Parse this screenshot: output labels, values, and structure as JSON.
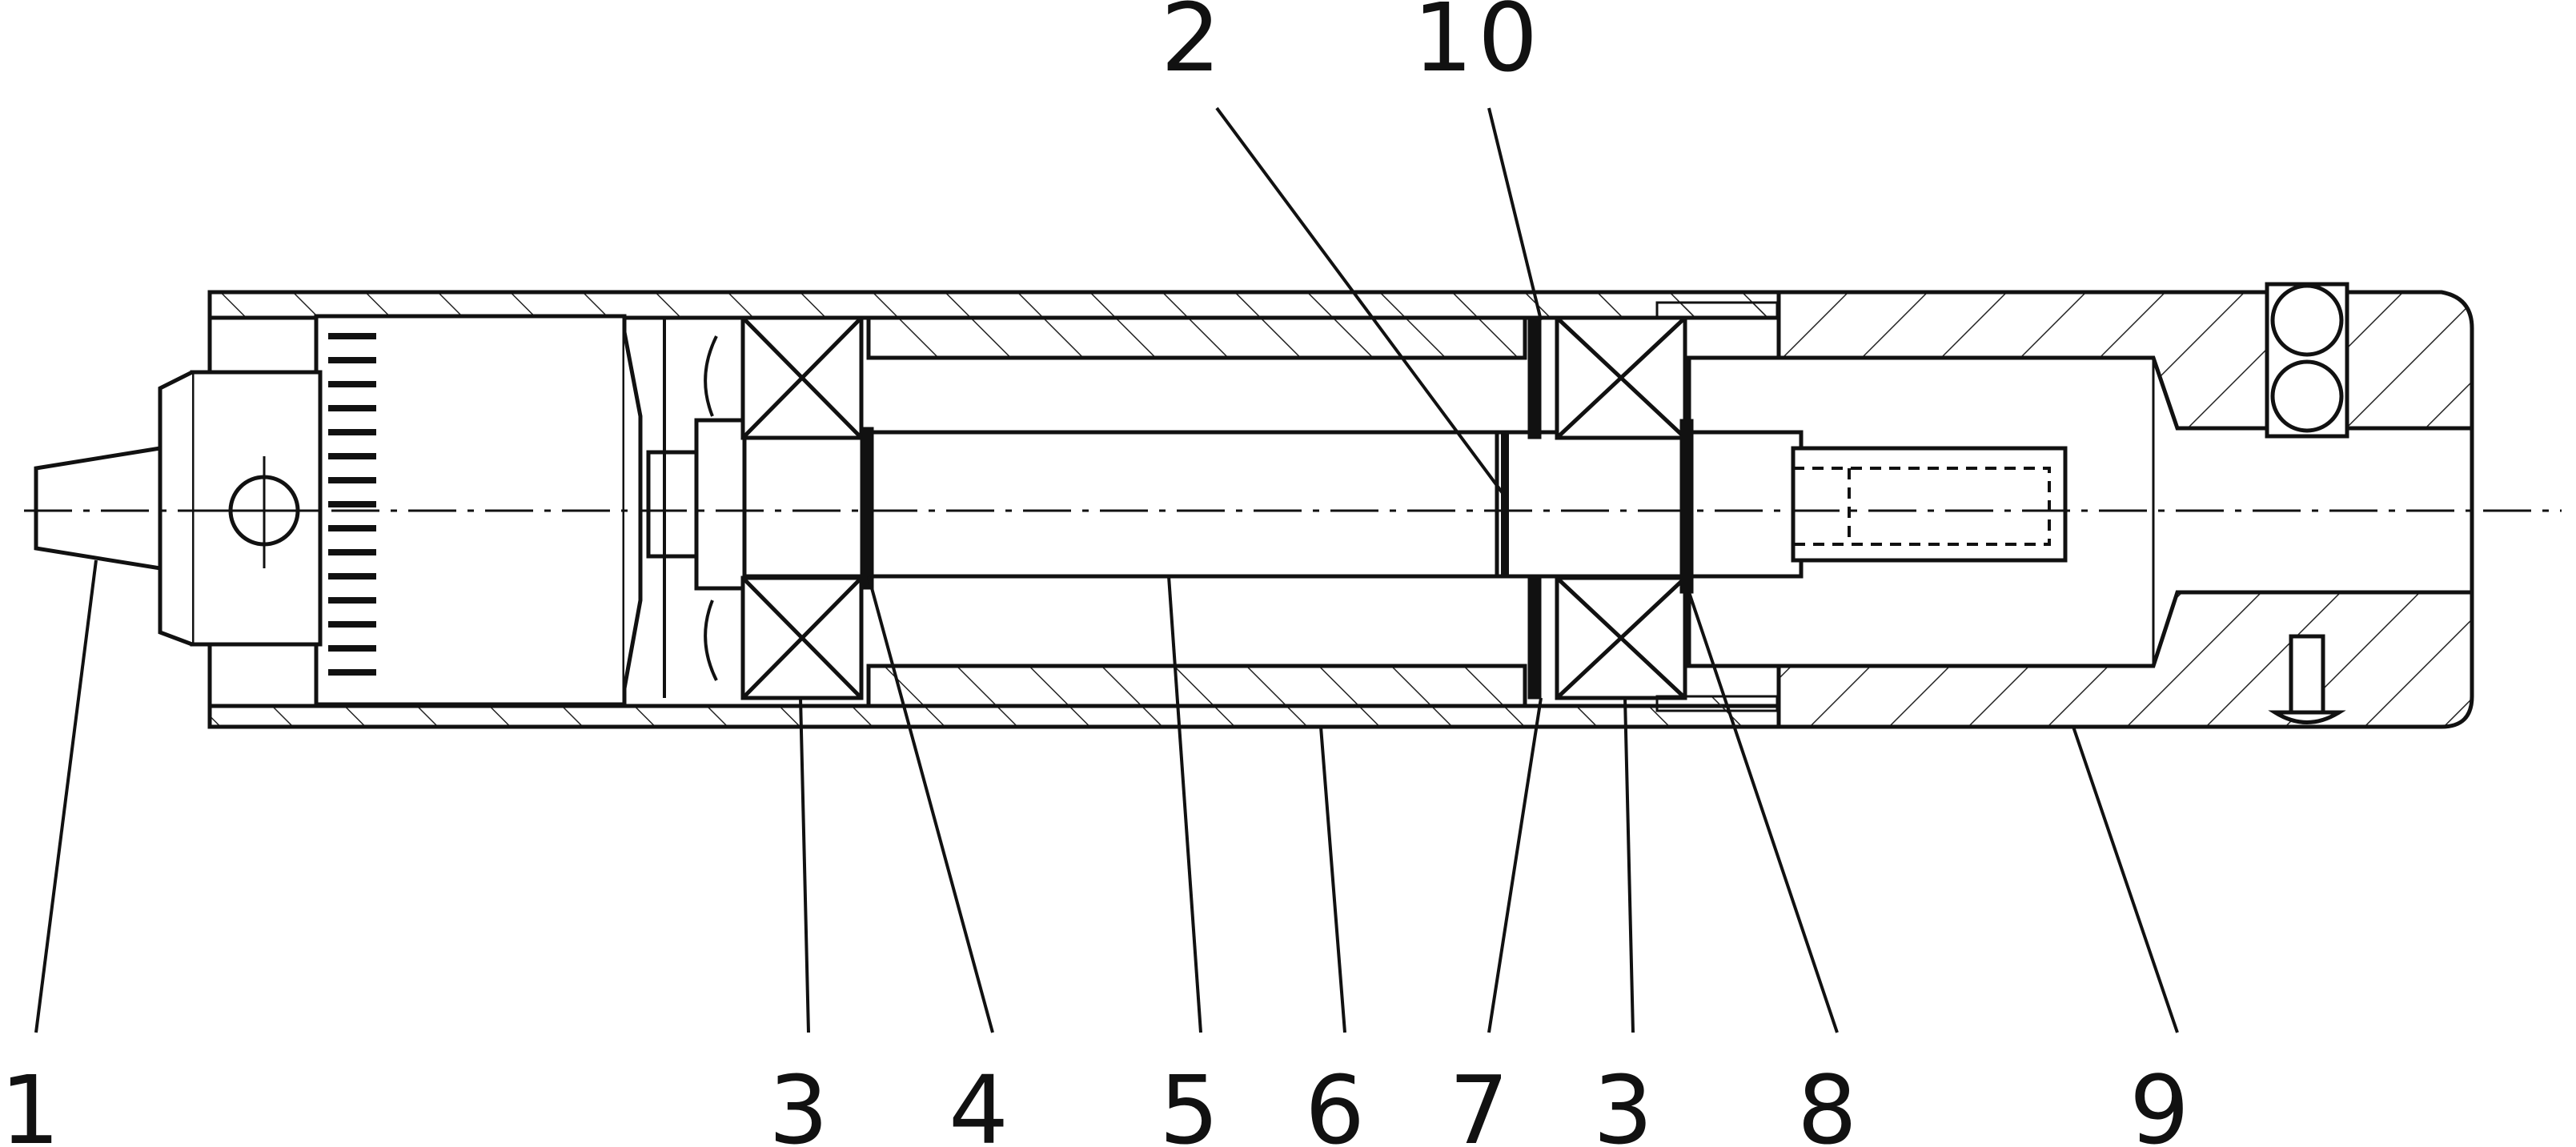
{
  "colors": {
    "ink": "#111111",
    "background": "#ffffff",
    "hatch": "#222222"
  },
  "labels": {
    "top": [
      {
        "id": "2",
        "text": "2"
      },
      {
        "id": "10",
        "text": "10"
      }
    ],
    "bottom": [
      {
        "id": "1",
        "text": "1"
      },
      {
        "id": "3a",
        "text": "3"
      },
      {
        "id": "4",
        "text": "4"
      },
      {
        "id": "5",
        "text": "5"
      },
      {
        "id": "6",
        "text": "6"
      },
      {
        "id": "7",
        "text": "7"
      },
      {
        "id": "3b",
        "text": "3"
      },
      {
        "id": "8",
        "text": "8"
      },
      {
        "id": "9",
        "text": "9"
      }
    ]
  }
}
